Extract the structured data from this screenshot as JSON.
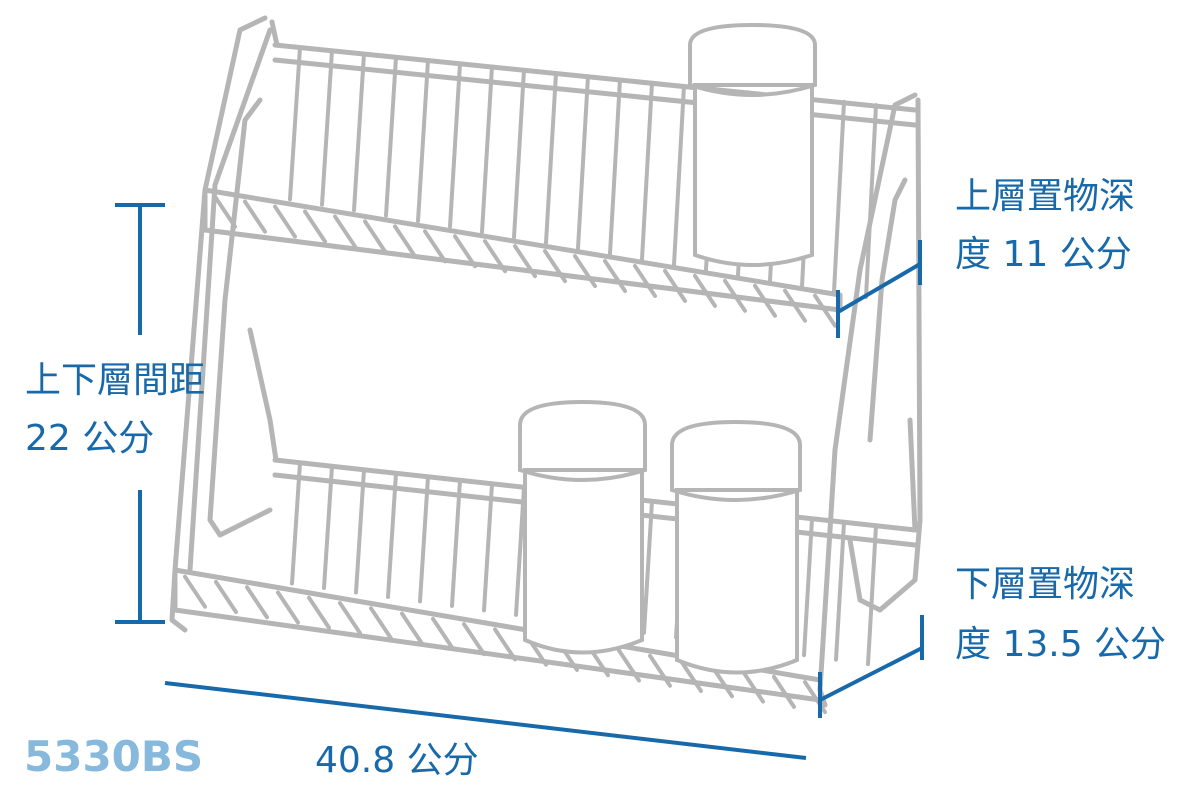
{
  "model": "5330BS",
  "labels": {
    "upper_depth_line1": "上層置物深",
    "upper_depth_line2": "度 11 公分",
    "gap_line1": "上下層間距",
    "gap_line2": "22 公分",
    "lower_depth_line1": "下層置物深",
    "lower_depth_line2": "度 13.5 公分",
    "width": "40.8 公分"
  },
  "colors": {
    "accent": "#1769aa",
    "model": "#86b9dc",
    "rack": "#b8b8b8"
  }
}
